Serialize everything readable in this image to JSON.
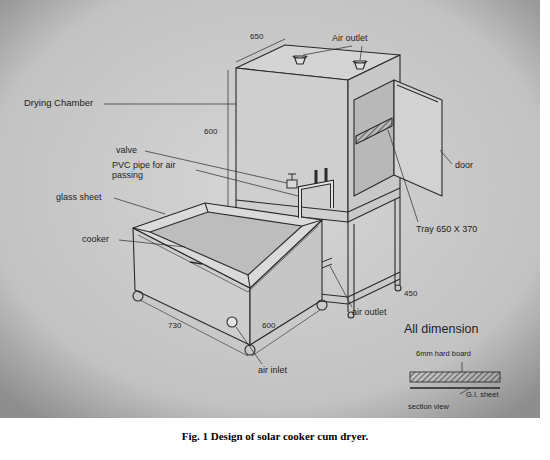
{
  "diagram": {
    "caption": "Fig. 1 Design of solar cooker cum dryer.",
    "labels": [
      "Air outlet",
      "650",
      "Drying Chamber",
      "600",
      "valve",
      "PVC pipe for air passing",
      "door",
      "glass sheet",
      "Tray 650 X 370",
      "cooker",
      "450",
      "air outlet",
      "730",
      "600",
      "All dimension",
      "6mm hard board",
      "air inlet",
      "G.I. sheet",
      "section view"
    ]
  }
}
